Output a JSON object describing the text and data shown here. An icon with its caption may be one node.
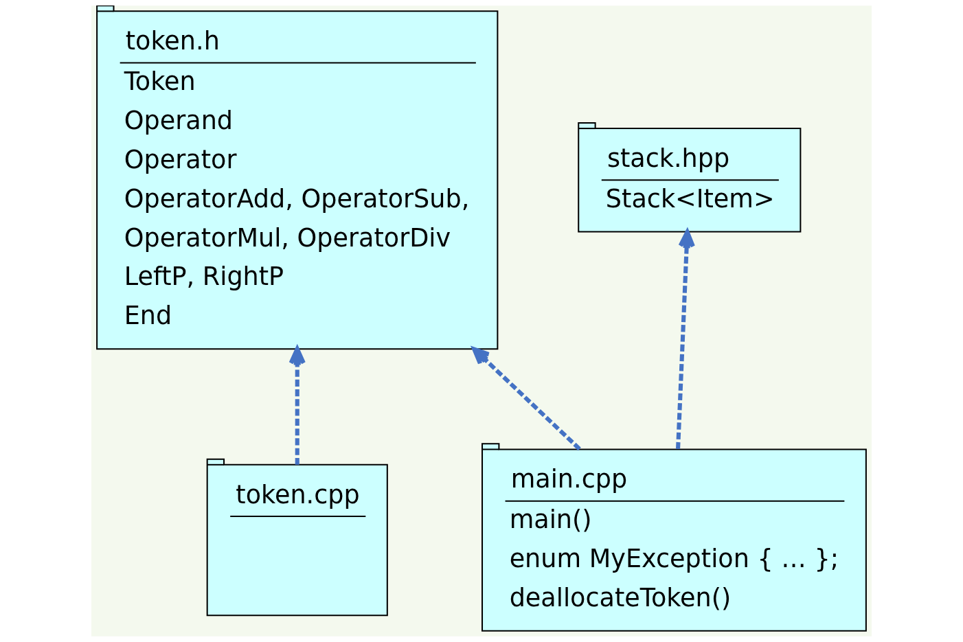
{
  "diagram": {
    "nodes": [
      {
        "text": [
          "token.h",
          "Token",
          "Operand",
          "Operator",
          "OperatorAdd, OperatorSub,",
          "OperatorMul, OperatorDiv",
          "LeftP, RightP",
          "End"
        ]
      },
      {
        "text": [
          "stack.hpp",
          "Stack<Item>"
        ]
      },
      {
        "text": [
          "token.cpp"
        ]
      },
      {
        "text": [
          "main.cpp",
          "main()",
          "enum MyException { … };",
          "deallocateToken()"
        ]
      }
    ],
    "edges": [
      {
        "from": 2,
        "to": 0,
        "arrow": "to",
        "style": "dashed"
      },
      {
        "from": 3,
        "to": 0,
        "arrow": "to",
        "style": "dashed"
      },
      {
        "from": 3,
        "to": 1,
        "arrow": "to",
        "style": "dashed"
      }
    ]
  }
}
